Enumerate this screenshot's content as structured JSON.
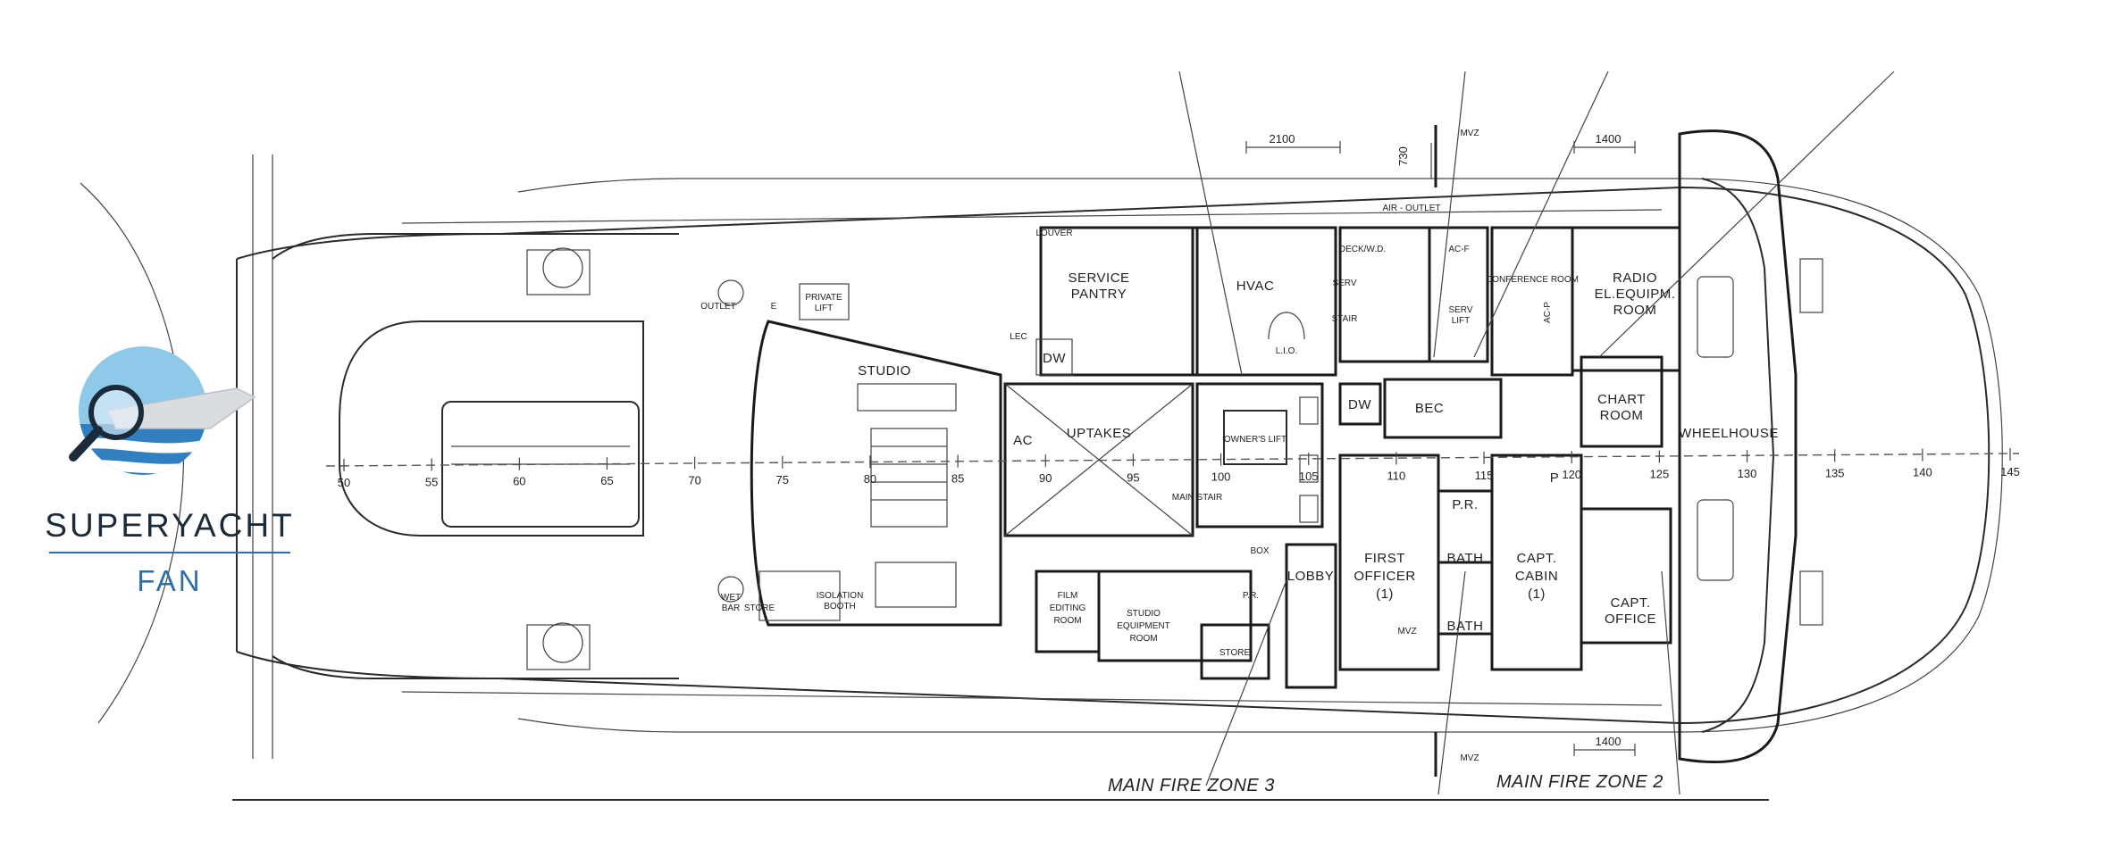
{
  "logo": {
    "word": "SUPERYACHT",
    "sub": "FAN",
    "colors": {
      "sky": "#8ec9ea",
      "sea": "#2f7fc1",
      "dark": "#1c2b3a"
    },
    "icon": "magnifier-yacht-icon"
  },
  "rooms": {
    "service_pantry": [
      "SERVICE",
      "PANTRY"
    ],
    "hvac": "HVAC",
    "deck_wd": "DECK/W.D.",
    "ac_f": "AC-F",
    "conference": "CONFERENCE ROOM",
    "ac_p": "AC-P",
    "radio": [
      "RADIO",
      "EL.EQUIPM.",
      "ROOM"
    ],
    "studio": "STUDIO",
    "private_lift": [
      "PRIVATE",
      "LIFT"
    ],
    "lec": "LEC",
    "dw": "DW",
    "uptakes": "UPTAKES",
    "ac": "AC",
    "bec": "BEC",
    "chart_room": [
      "CHART",
      "ROOM"
    ],
    "wheelhouse": "WHEELHOUSE",
    "owners_lift": "OWNER'S LIFT",
    "pr": "P.R.",
    "p": "P",
    "first_officer": [
      "FIRST",
      "OFFICER",
      "(1)"
    ],
    "bath": "BATH",
    "capt_cabin": [
      "CAPT.",
      "CABIN",
      "(1)"
    ],
    "capt_office": [
      "CAPT.",
      "OFFICE"
    ],
    "lobby": "LOBBY",
    "film_editing": [
      "FILM",
      "EDITING",
      "ROOM"
    ],
    "studio_equipment": [
      "STUDIO",
      "EQUIPMENT",
      "ROOM"
    ],
    "store": "STORE",
    "isolation_booth": [
      "ISOLATION",
      "BOOTH"
    ],
    "wet_bar": [
      "WET",
      "BAR"
    ],
    "serv_lift": [
      "SERV",
      "LIFT"
    ],
    "lio": "L.I.O.",
    "e": "E",
    "outlet": "OUTLET",
    "air_outlet": "AIR - OUTLET",
    "louver": "LOUVER",
    "mst": "MAIN STAIR",
    "box": "BOX",
    "serv": "SERV",
    "stair": "STAIR"
  },
  "frames": [
    "50",
    "55",
    "60",
    "65",
    "70",
    "75",
    "80",
    "85",
    "90",
    "95",
    "100",
    "105",
    "110",
    "115",
    "120",
    "125",
    "130",
    "135",
    "140",
    "145"
  ],
  "dimensions": {
    "top_2100": "2100",
    "top_730": "730",
    "top_1400": "1400",
    "bottom_1400": "1400"
  },
  "mvz": "MVZ",
  "zones": {
    "zone3": "MAIN FIRE ZONE 3",
    "zone2": "MAIN FIRE ZONE 2"
  }
}
